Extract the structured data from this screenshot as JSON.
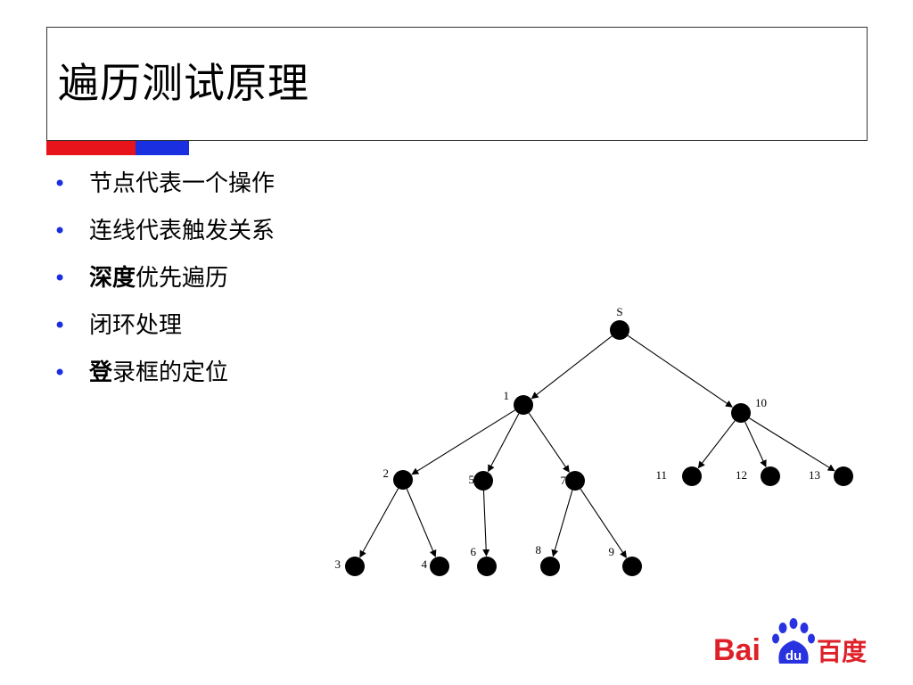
{
  "slide": {
    "title": "遍历测试原理",
    "accent_colors": {
      "red": "#e8141c",
      "blue": "#1a2fe0"
    }
  },
  "bullets": [
    {
      "bold": "",
      "text": "节点代表一个操作"
    },
    {
      "bold": "",
      "text": "连线代表触发关系"
    },
    {
      "bold": "深度",
      "text": "优先遍历"
    },
    {
      "bold": "",
      "text": "闭环处理"
    },
    {
      "bold": "登",
      "text": "录框的定位"
    }
  ],
  "bullet_color": "#1a2fe0",
  "tree": {
    "nodes": [
      "S",
      "1",
      "10",
      "2",
      "5",
      "7",
      "11",
      "12",
      "13",
      "3",
      "4",
      "6",
      "8",
      "9"
    ],
    "edges": [
      [
        "S",
        "1"
      ],
      [
        "S",
        "10"
      ],
      [
        "1",
        "2"
      ],
      [
        "1",
        "5"
      ],
      [
        "1",
        "7"
      ],
      [
        "10",
        "11"
      ],
      [
        "10",
        "12"
      ],
      [
        "10",
        "13"
      ],
      [
        "2",
        "3"
      ],
      [
        "2",
        "4"
      ],
      [
        "5",
        "6"
      ],
      [
        "7",
        "8"
      ],
      [
        "7",
        "9"
      ]
    ]
  },
  "logo": {
    "text_bai": "Bai",
    "text_du": "du",
    "text_cn": "百度",
    "red": "#de2028",
    "blue": "#2932e1"
  }
}
